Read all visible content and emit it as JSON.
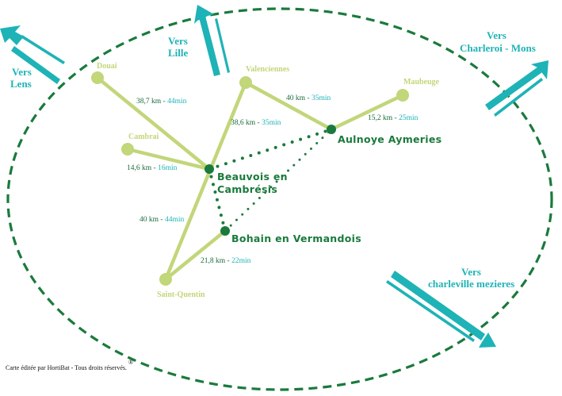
{
  "colors": {
    "route": "#c2d67a",
    "hub": "#1a7a3c",
    "ellipse": "#1a7a3c",
    "arrow": "#1eb3b6",
    "distance_text": "#1a6b3a",
    "time_text": "#1eb3b6"
  },
  "directions": [
    {
      "id": "lens",
      "line1": "Vers",
      "line2": "Lens"
    },
    {
      "id": "lille",
      "line1": "Vers",
      "line2": "Lille"
    },
    {
      "id": "mons",
      "line1": "Vers",
      "line2": "Charleroi - Mons"
    },
    {
      "id": "charleville",
      "line1": "Vers",
      "line2": "charleville mezieres"
    }
  ],
  "cities": [
    {
      "id": "douai",
      "name": "Douai"
    },
    {
      "id": "cambrai",
      "name": "Cambrai"
    },
    {
      "id": "valenciennes",
      "name": "Valenciennes"
    },
    {
      "id": "maubeuge",
      "name": "Maubeuge"
    },
    {
      "id": "saint-quentin",
      "name": "Saint-Quentin"
    }
  ],
  "hubs": [
    {
      "id": "beauvois",
      "line1": "Beauvois en",
      "line2": "Cambrésis"
    },
    {
      "id": "aulnoye",
      "line1": "Aulnoye Aymeries",
      "line2": ""
    },
    {
      "id": "bohain",
      "line1": "Bohain en Vermandois",
      "line2": ""
    }
  ],
  "routes": [
    {
      "from": "Douai",
      "to": "Beauvois en Cambrésis",
      "distance": "38,7 km",
      "sep": " - ",
      "time": "44min"
    },
    {
      "from": "Cambrai",
      "to": "Beauvois en Cambrésis",
      "distance": "14,6 km",
      "sep": " - ",
      "time": "16min"
    },
    {
      "from": "Valenciennes",
      "to": "Beauvois en Cambrésis",
      "distance": "38,6 km",
      "sep": " - ",
      "time": "35min"
    },
    {
      "from": "Valenciennes",
      "to": "Aulnoye Aymeries",
      "distance": "40 km",
      "sep": " - ",
      "time": "35min"
    },
    {
      "from": "Maubeuge",
      "to": "Aulnoye Aymeries",
      "distance": "15,2 km",
      "sep": " - ",
      "time": "25min"
    },
    {
      "from": "Saint-Quentin",
      "to": "Beauvois en Cambrésis",
      "distance": "40 km",
      "sep": " - ",
      "time": "44min"
    },
    {
      "from": "Saint-Quentin",
      "to": "Bohain en Vermandois",
      "distance": "21,8 km",
      "sep": " - ",
      "time": "22min"
    }
  ],
  "footer": {
    "credit": "Carte éditée par HortiBat - Tous droits réservés.",
    "mark": "®"
  }
}
